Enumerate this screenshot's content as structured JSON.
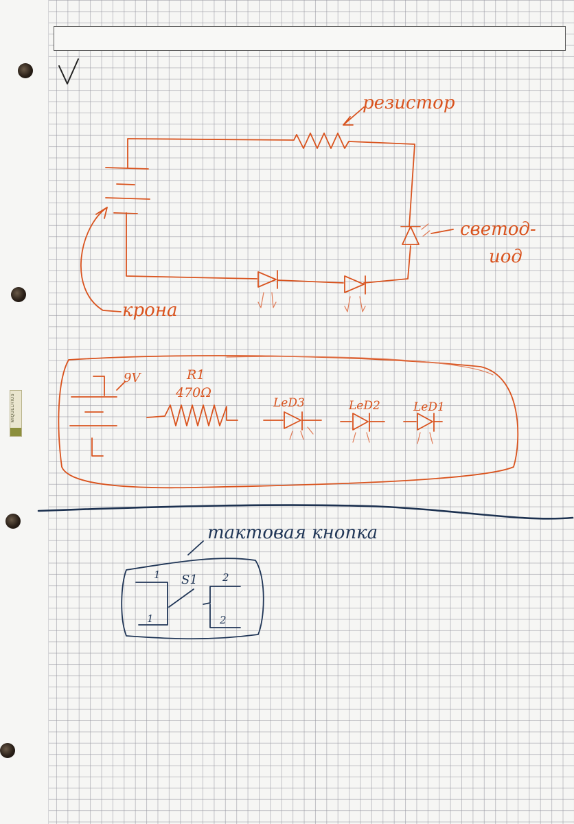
{
  "brand": {
    "label": "MIQUELRIUS"
  },
  "circuit": {
    "resistor_label": "резистор",
    "led_label_line1": "светод-",
    "led_label_line2": "иод",
    "battery_label": "крона"
  },
  "schematic": {
    "battery_voltage": "9V",
    "resistor_ref": "R1",
    "resistor_value": "470Ω",
    "leds": [
      "LeD3",
      "LeD2",
      "LeD1"
    ]
  },
  "button": {
    "title": "тактовая кнопка",
    "ref": "S1",
    "pins": [
      "1",
      "1",
      "2",
      "2"
    ]
  }
}
